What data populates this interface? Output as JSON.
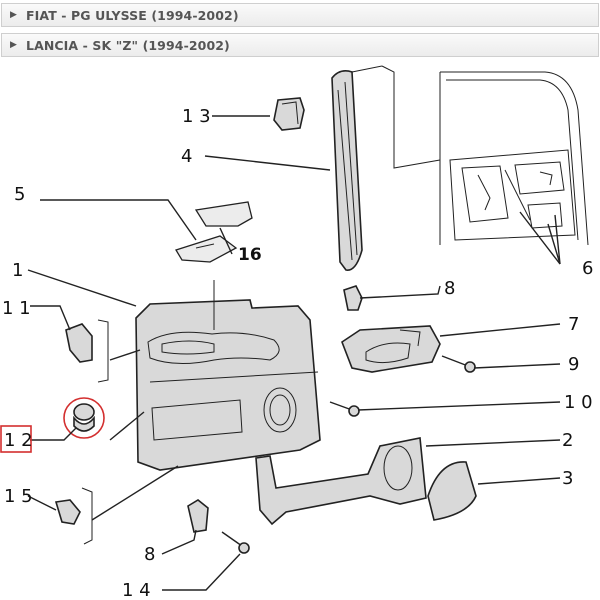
{
  "accordion": [
    {
      "title": "FIAT - PG ULYSSE (1994-2002)"
    },
    {
      "title": "LANCIA - SK \"Z\" (1994-2002)"
    }
  ],
  "callouts": {
    "c1": "1",
    "c2": "2",
    "c3": "3",
    "c4": "4",
    "c5": "5",
    "c6": "6",
    "c7": "7",
    "c8a": "8",
    "c8b": "8",
    "c9": "9",
    "c10": "1 0",
    "c11": "1 1",
    "c12": "1 2",
    "c13": "1 3",
    "c14": "1 4",
    "c15": "1 5",
    "c16": "16"
  },
  "selected_callout": "1 2",
  "colors": {
    "highlight": "#d32f2f",
    "line": "#222222",
    "part_fill": "#d9d9d9"
  }
}
